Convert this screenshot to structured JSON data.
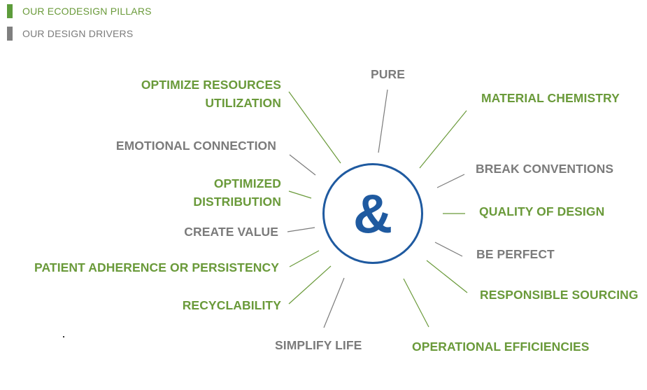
{
  "colors": {
    "pillar": "#6a9a3a",
    "driver": "#7b7b7b",
    "center": "#1f5aa0",
    "swatch_pillar": "#5d9c3b",
    "swatch_driver": "#7f7f7f"
  },
  "legend": {
    "pillars": "OUR ECODESIGN PILLARS",
    "drivers": "OUR DESIGN DRIVERS"
  },
  "center": {
    "symbol": "&"
  },
  "labels": {
    "optimize_resources": [
      "OPTIMIZE RESOURCES",
      "UTILIZATION"
    ],
    "pure": "PURE",
    "material_chemistry": "MATERIAL CHEMISTRY",
    "emotional_connection": "EMOTIONAL CONNECTION",
    "break_conventions": "BREAK CONVENTIONS",
    "optimized_distribution": [
      "OPTIMIZED",
      "DISTRIBUTION"
    ],
    "quality_of_design": "QUALITY OF DESIGN",
    "create_value": "CREATE VALUE",
    "be_perfect": "BE PERFECT",
    "patient_adherence": "PATIENT ADHERENCE OR PERSISTENCY",
    "responsible_sourcing": "RESPONSIBLE SOURCING",
    "recyclability": "RECYCLABILITY",
    "simplify_life": "SIMPLIFY LIFE",
    "operational_efficiencies": "OPERATIONAL EFFICIENCIES",
    "stray_mark": "."
  }
}
